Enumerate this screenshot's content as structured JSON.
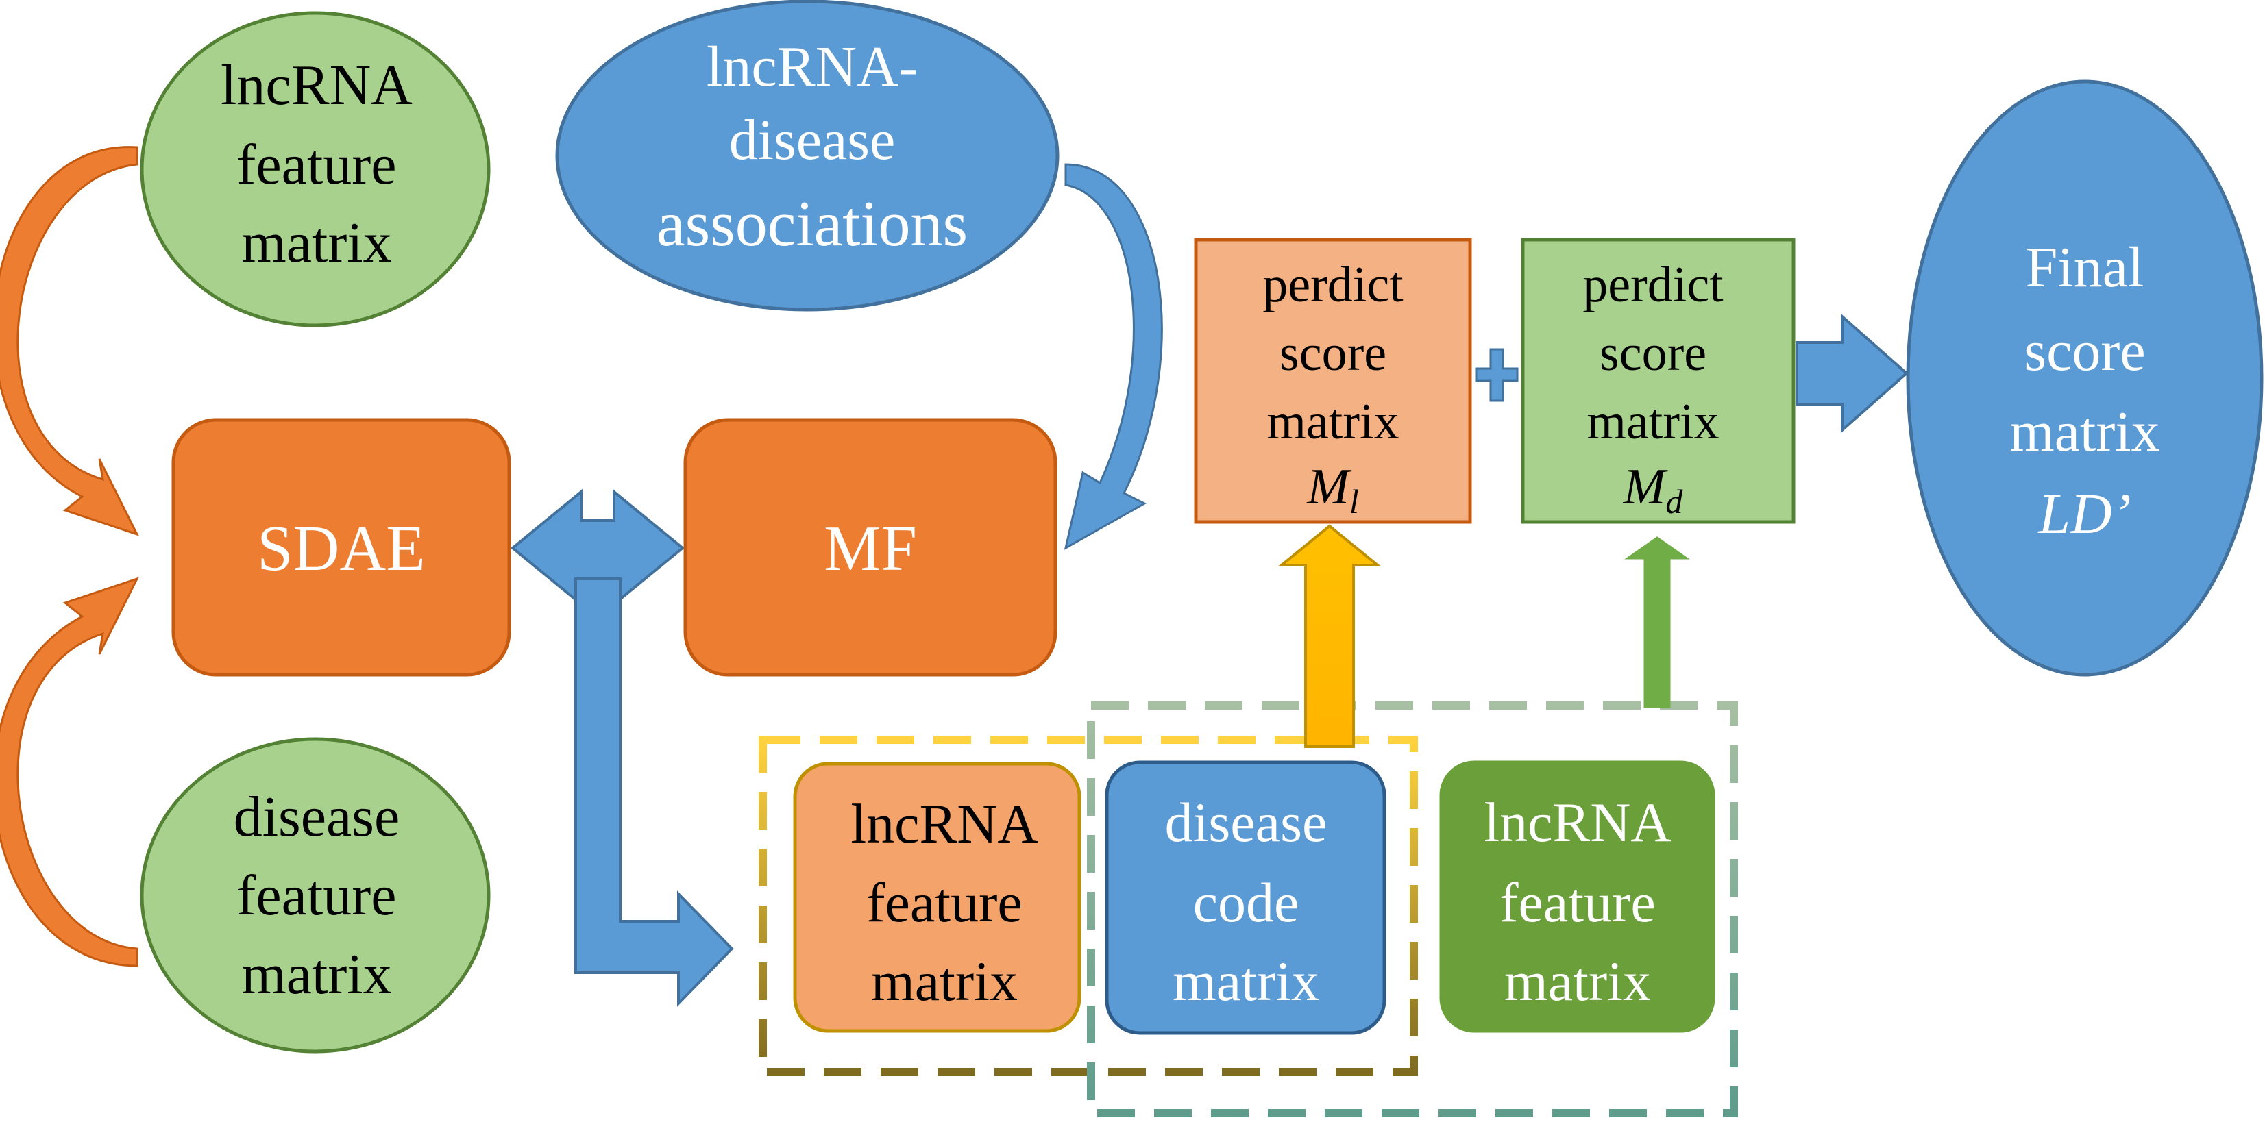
{
  "colors": {
    "green_fill": "#A9D18E",
    "green_stroke": "#548235",
    "blue_fill": "#5B9BD5",
    "blue_stroke": "#41719C",
    "orange_fill": "#ED7D31",
    "orange_stroke": "#C55A11",
    "light_orange_fill": "#F4B183",
    "salmon_fill": "#F4A46A",
    "dark_green_fill": "#70AD47",
    "yellow_arrow": "#FFC000",
    "yellow_dash": "#FFD23F",
    "teal_dash": "#7FA99B",
    "white": "#FFFFFF",
    "black": "#000000"
  },
  "nodes": {
    "lncrna_feature_top": {
      "lines": [
        "lncRNA",
        "feature",
        "matrix"
      ]
    },
    "associations": {
      "lines": [
        "lncRNA-",
        "disease",
        "associations"
      ]
    },
    "disease_feature": {
      "lines": [
        "disease",
        "feature",
        "matrix"
      ]
    },
    "sdae": {
      "label": "SDAE"
    },
    "mf": {
      "label": "MF"
    },
    "predict_l": {
      "lines": [
        "perdict",
        "score",
        "matrix"
      ],
      "symbol": "M",
      "subscript": "l"
    },
    "predict_d": {
      "lines": [
        "perdict",
        "score",
        "matrix"
      ],
      "symbol": "M",
      "subscript": "d"
    },
    "final": {
      "lines": [
        "Final",
        "score",
        "matrix"
      ],
      "symbol": "LD’"
    },
    "lncrna_feature_bottom_orange": {
      "lines": [
        "lncRNA",
        "feature",
        "matrix"
      ]
    },
    "disease_code": {
      "lines": [
        "disease",
        "code",
        "matrix"
      ]
    },
    "lncrna_feature_bottom_green": {
      "lines": [
        "lncRNA",
        "feature",
        "matrix"
      ]
    }
  }
}
